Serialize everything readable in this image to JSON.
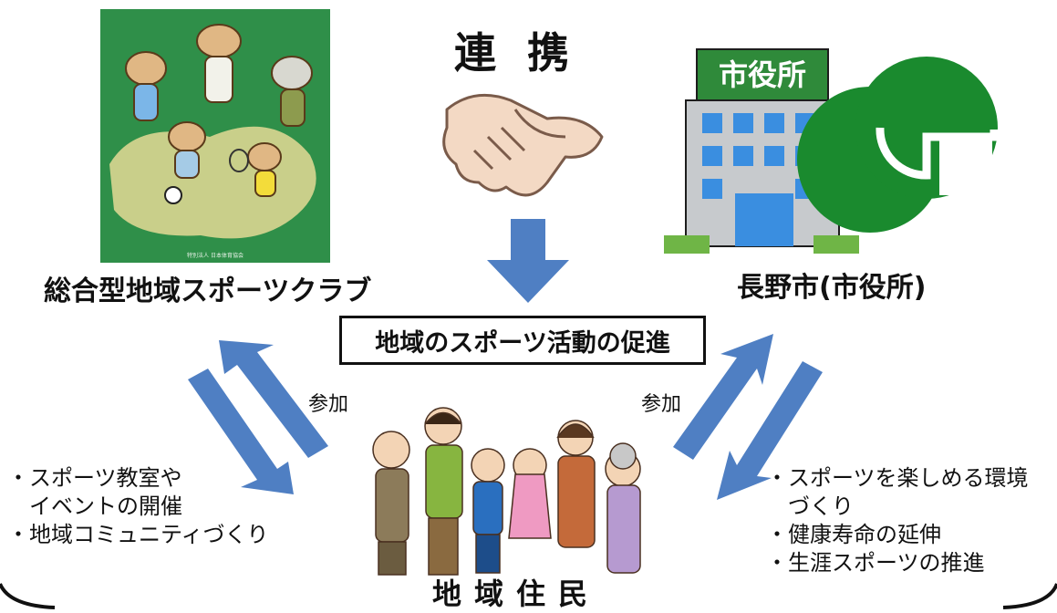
{
  "header": {
    "kyoryoku": "連携"
  },
  "club": {
    "label": "総合型地域スポーツクラブ",
    "emblem_text": "特別法人 日本体育協会"
  },
  "city": {
    "label": "長野市(市役所)",
    "building_sign": "市役所"
  },
  "center_box": {
    "label": "地域のスポーツ活動の促進"
  },
  "participation": {
    "left": "参加",
    "right": "参加"
  },
  "left_benefits": [
    {
      "line1": "・スポーツ教室や",
      "line2": "　イベントの開催"
    },
    {
      "line1": "・地域コミュニティづくり",
      "line2": ""
    }
  ],
  "right_benefits": [
    {
      "line1": "・スポーツを楽しめる環境",
      "line2": "　づくり"
    },
    {
      "line1": "・健康寿命の延伸",
      "line2": ""
    },
    {
      "line1": "・生涯スポーツの推進",
      "line2": ""
    }
  ],
  "residents": {
    "label": "地域住民"
  },
  "colors": {
    "arrow": "#4f7fc3",
    "club_bg": "#2f8f49",
    "city_logo": "#1a8a2e",
    "sign_green": "#2f8a3a"
  }
}
